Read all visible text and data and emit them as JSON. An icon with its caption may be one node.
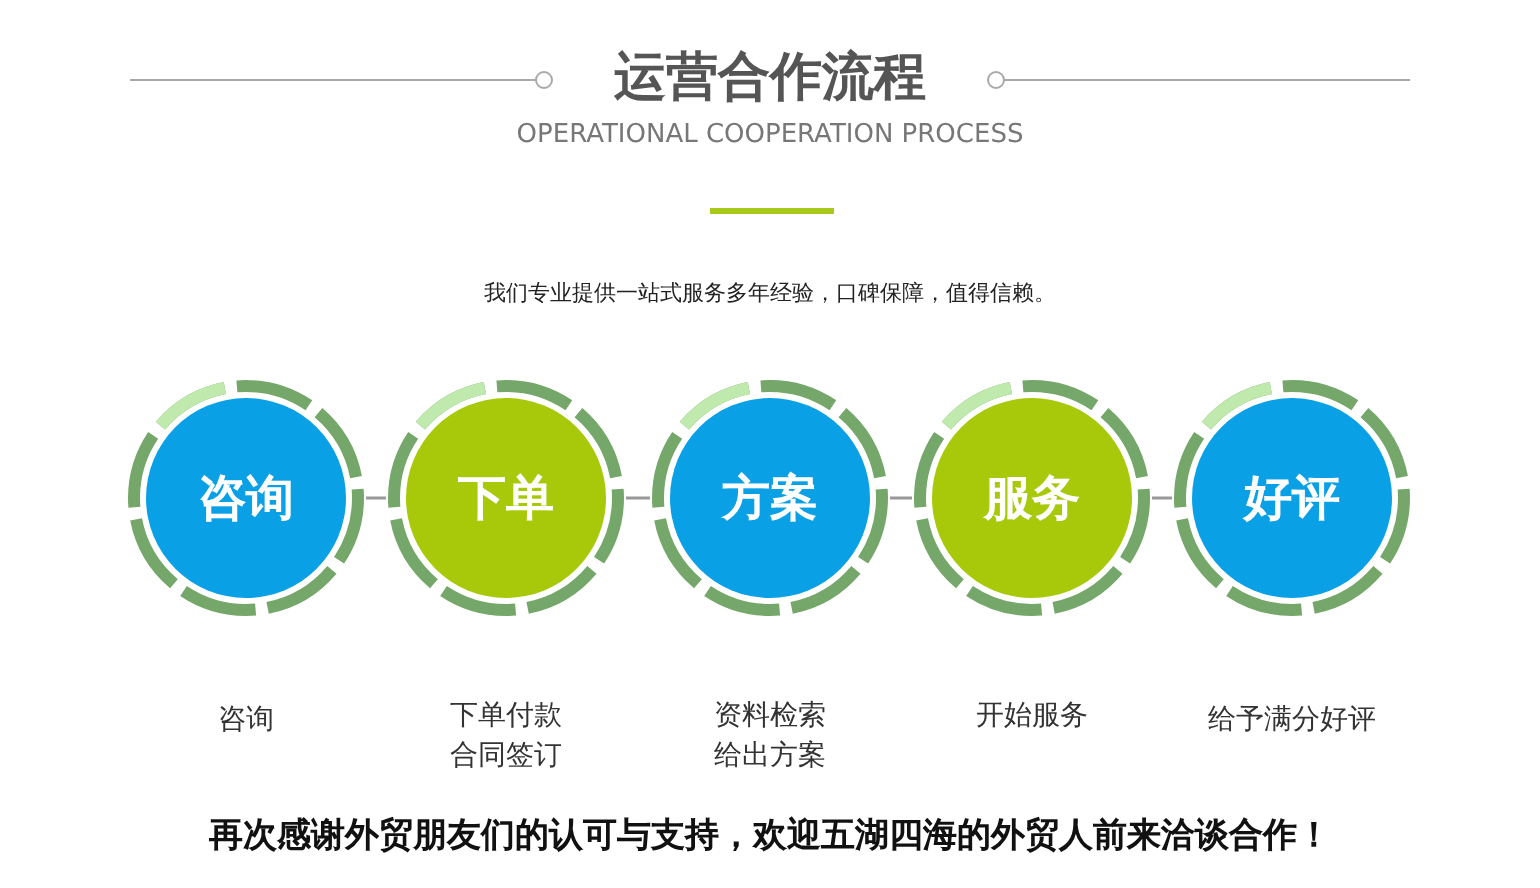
{
  "diagram": {
    "title": "运营合作流程",
    "nodes": [
      {
        "text": [
          "咨询"
        ],
        "beside": [
          "咨询"
        ]
      },
      {
        "text": [
          "下单"
        ],
        "beside": [
          "下单付款",
          "合同签订"
        ]
      },
      {
        "text": [
          "方案"
        ],
        "beside": [
          "资料检索",
          "给出方案"
        ]
      },
      {
        "text": [
          "服务"
        ],
        "beside": [
          "开始服务"
        ]
      },
      {
        "text": [
          "好评"
        ],
        "beside": [
          "给予满分好评"
        ]
      }
    ],
    "edges": [
      {
        "from": 0,
        "to": 1,
        "arrow": "none"
      },
      {
        "from": 1,
        "to": 2,
        "arrow": "none"
      },
      {
        "from": 2,
        "to": 3,
        "arrow": "none"
      },
      {
        "from": 3,
        "to": 4,
        "arrow": "none"
      }
    ],
    "labels": [
      "OPERATIONAL COOPERATION PROCESS",
      "我们专业提供一站式服务多年经验，口碑保障，值得信赖。",
      "再次感谢外贸朋友们的认可与支持，欢迎五湖四海的外贸人前来洽谈合作！"
    ]
  }
}
